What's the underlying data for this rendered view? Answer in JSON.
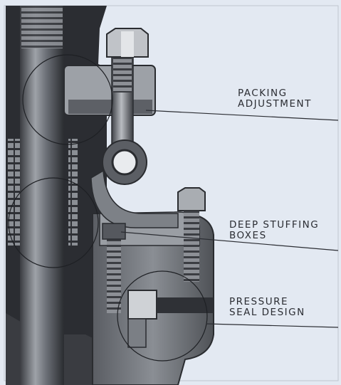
{
  "callouts": {
    "packing": {
      "line1": "PACKING",
      "line2": "ADJUSTMENT"
    },
    "stuffing": {
      "line1": "DEEP STUFFING",
      "line2": "BOXES"
    },
    "pressure": {
      "line1": "PRESSURE",
      "line2": "SEAL DESIGN"
    }
  },
  "colors": {
    "background": "#dfe6f0",
    "metal_dark": "#2c2e33",
    "metal_mid": "#6f737a",
    "metal_light": "#c3c7cd",
    "leader_line": "#2b2d33"
  }
}
